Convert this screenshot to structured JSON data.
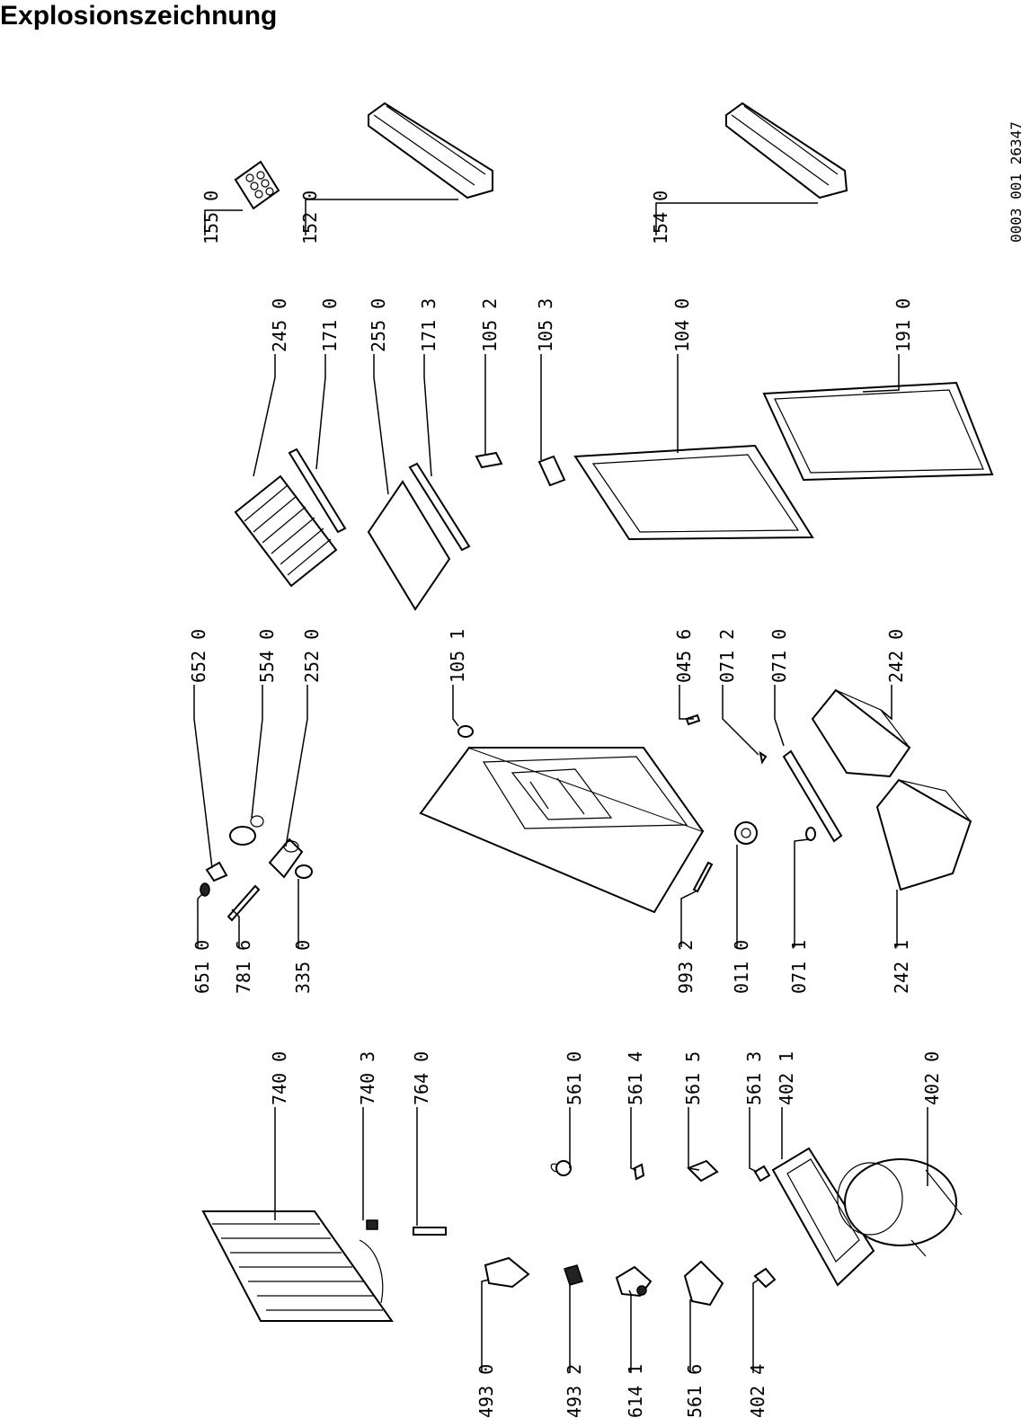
{
  "title": "Explosionszeichnung",
  "doc_number": "0003 001 26347",
  "parts": [
    {
      "id": "155 0"
    },
    {
      "id": "152 0"
    },
    {
      "id": "154 0"
    },
    {
      "id": "245 0"
    },
    {
      "id": "171 0"
    },
    {
      "id": "255 0"
    },
    {
      "id": "171 3"
    },
    {
      "id": "105 2"
    },
    {
      "id": "105 3"
    },
    {
      "id": "104 0"
    },
    {
      "id": "191 0"
    },
    {
      "id": "652 0"
    },
    {
      "id": "554 0"
    },
    {
      "id": "252 0"
    },
    {
      "id": "105 1"
    },
    {
      "id": "045 6"
    },
    {
      "id": "071 2"
    },
    {
      "id": "071 0"
    },
    {
      "id": "242 0"
    },
    {
      "id": "651 0"
    },
    {
      "id": "781 6"
    },
    {
      "id": "335 0"
    },
    {
      "id": "993 2"
    },
    {
      "id": "011 0"
    },
    {
      "id": "071 1"
    },
    {
      "id": "242 1"
    },
    {
      "id": "740 0"
    },
    {
      "id": "740 3"
    },
    {
      "id": "764 0"
    },
    {
      "id": "561 0"
    },
    {
      "id": "561 4"
    },
    {
      "id": "561 5"
    },
    {
      "id": "561 3"
    },
    {
      "id": "402 1"
    },
    {
      "id": "402 0"
    },
    {
      "id": "493 0"
    },
    {
      "id": "493 2"
    },
    {
      "id": "614 1"
    },
    {
      "id": "561 6"
    },
    {
      "id": "402 4"
    }
  ]
}
